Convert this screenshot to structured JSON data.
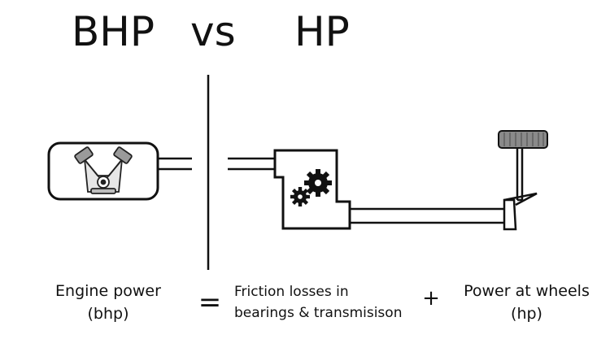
{
  "title": {
    "left": "BHP",
    "middle": "vs",
    "right": "HP"
  },
  "captions": {
    "engine_line1": "Engine power",
    "engine_line2": "(bhp)",
    "equals": "=",
    "friction_line1": "Friction losses in",
    "friction_line2": "bearings & transmisison",
    "plus": "+",
    "wheels_line1": "Power at wheels",
    "wheels_line2": "(hp)"
  },
  "icons": {
    "engine": "v-engine-pistons-icon",
    "gearbox": "gears-icon",
    "wheel": "tire-icon",
    "bevel": "bevel-gear-icon"
  },
  "colors": {
    "line": "#111111",
    "tire": "#8a8a8a",
    "background": "#ffffff"
  }
}
